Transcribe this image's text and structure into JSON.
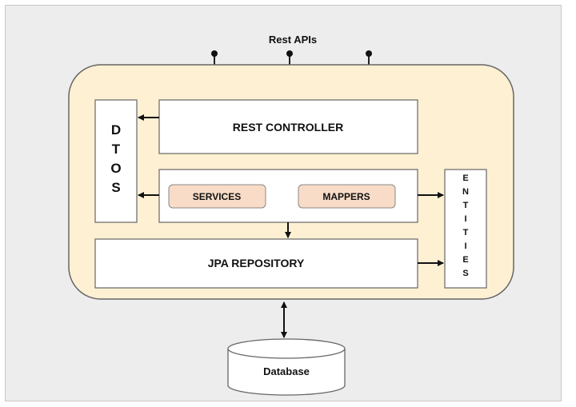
{
  "title": "Rest APIs",
  "layers": {
    "rest_controller": "REST CONTROLLER",
    "services": "SERVICES",
    "mappers": "MAPPERS",
    "jpa_repository": "JPA REPOSITORY",
    "database": "Database"
  },
  "dtos_letters": [
    "D",
    "T",
    "O",
    "S"
  ],
  "entities_letters": [
    "E",
    "N",
    "T",
    "I",
    "T",
    "I",
    "E",
    "S"
  ],
  "colors": {
    "container_fill": "#fdf0d3",
    "component_fill": "#f8dcc8",
    "box_fill": "#ffffff",
    "stroke": "#555555",
    "background": "#ededed"
  }
}
